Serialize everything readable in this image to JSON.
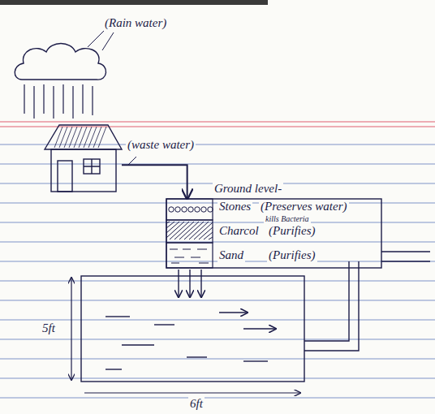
{
  "diagram": {
    "nodes": [
      {
        "text": [
          "(Rain water)"
        ]
      },
      {
        "text": [
          "(waste water)"
        ]
      },
      {
        "text": [
          "Stones",
          "(Preserves water)",
          "kills Bacteria"
        ]
      },
      {
        "text": [
          "Charcol",
          "(Purifies)"
        ]
      },
      {
        "text": [
          "Sand",
          "(Purifies)"
        ]
      }
    ],
    "edges": [
      {
        "from": 1,
        "to": 2,
        "arrow": "to"
      }
    ],
    "labels": [
      "Ground level-",
      "5ft",
      "6ft"
    ]
  }
}
